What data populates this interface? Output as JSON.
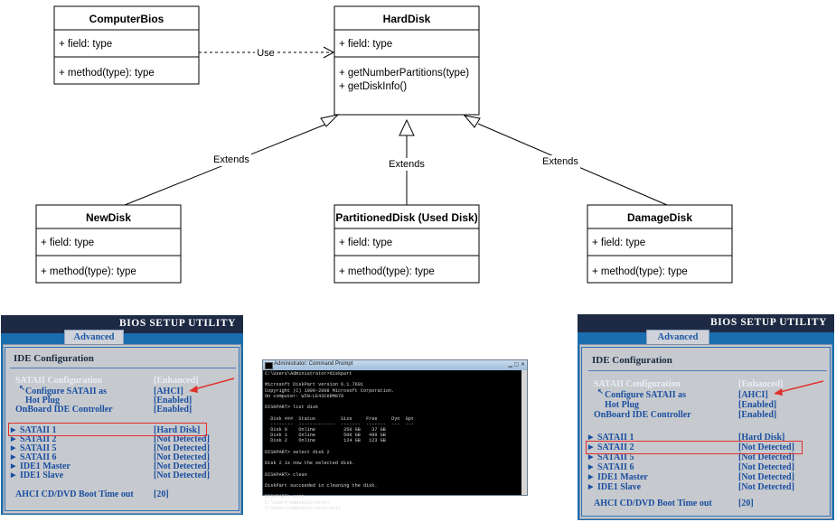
{
  "uml": {
    "classes": {
      "computer_bios": {
        "name": "ComputerBios",
        "field": "+ field: type",
        "methods": [
          "+ method(type): type"
        ]
      },
      "hard_disk": {
        "name": "HardDisk",
        "field": "+ field: type",
        "methods": [
          "+ getNumberPartitions(type)",
          "+ getDiskInfo()"
        ]
      },
      "new_disk": {
        "name": "NewDisk",
        "field": "+ field: type",
        "methods": [
          "+ method(type): type"
        ]
      },
      "partitioned_disk": {
        "name": "PartitionedDisk (Used Disk)",
        "field": "+ field: type",
        "methods": [
          "+ method(type): type"
        ]
      },
      "damage_disk": {
        "name": "DamageDisk",
        "field": "+ field: type",
        "methods": [
          "+ method(type): type"
        ]
      }
    },
    "relations": {
      "use_label": "Use",
      "extends_left": "Extends",
      "extends_center": "Extends",
      "extends_right": "Extends"
    }
  },
  "bios_left": {
    "title": "BIOS SETUP UTILITY",
    "tab": "Advanced",
    "section": "IDE Configuration",
    "rows": [
      {
        "label": "SATAII Configuration",
        "value": "[Enhanced]"
      },
      {
        "label": "Configure SATAII as",
        "value": "[AHCI]"
      },
      {
        "label": "Hot Plug",
        "value": "[Enabled]"
      },
      {
        "label": "OnBoard IDE Controller",
        "value": "[Enabled]"
      },
      {
        "label": "SATAII 1",
        "value": "[Hard Disk]"
      },
      {
        "label": "SATAII 2",
        "value": "[Not Detected]"
      },
      {
        "label": "SATAII 5",
        "value": "[Not Detected]"
      },
      {
        "label": "SATAII 6",
        "value": "[Not Detected]"
      },
      {
        "label": "IDE1 Master",
        "value": "[Not Detected]"
      },
      {
        "label": "IDE1 Slave",
        "value": "[Not Detected]"
      },
      {
        "label": "AHCI CD/DVD Boot Time out",
        "value": "[20]"
      }
    ]
  },
  "bios_right": {
    "title": "BIOS SETUP UTILITY",
    "tab": "Advanced",
    "section": "IDE Configuration",
    "rows": [
      {
        "label": "SATAII Configuration",
        "value": "[Enhanced]"
      },
      {
        "label": "Configure SATAII as",
        "value": "[AHCI]"
      },
      {
        "label": "Hot Plug",
        "value": "[Enabled]"
      },
      {
        "label": "OnBoard IDE Controller",
        "value": "[Enabled]"
      },
      {
        "label": "SATAII 1",
        "value": "[Hard Disk]"
      },
      {
        "label": "SATAII 2",
        "value": "[Not Detected]"
      },
      {
        "label": "SATAII 5",
        "value": "[Not Detected]"
      },
      {
        "label": "SATAII 6",
        "value": "[Not Detected]"
      },
      {
        "label": "IDE1 Master",
        "value": "[Not Detected]"
      },
      {
        "label": "IDE1 Slave",
        "value": "[Not Detected]"
      },
      {
        "label": "AHCI CD/DVD Boot Time out",
        "value": "[20]"
      }
    ]
  },
  "cmd": {
    "title": "Administrator: Command Prompt",
    "lines": [
      "C:\\Users\\Administrator>diskpart",
      "",
      "Microsoft DiskPart version 6.1.7601",
      "Copyright (C) 1999-2008 Microsoft Corporation.",
      "On computer: WIN-LE43CKRM878",
      "",
      "DISKPART> list disk",
      "",
      "  Disk ###  Status         Size     Free     Dyn  Gpt",
      "  --------  -------------  -------  -------  ---  ---",
      "  Disk 0    Online          350 GB    37 GB",
      "  Disk 1    Online          500 GB   499 GB",
      "  Disk 2    Online          124 GB   123 GB",
      "",
      "DISKPART> select disk 2",
      "",
      "Disk 2 is now the selected disk.",
      "",
      "DISKPART> clean",
      "",
      "DiskPart succeeded in cleaning the disk.",
      "",
      "DISKPART> exit",
      "C:\\Users\\Administrator>",
      "C:\\Users\\Administrator>exit"
    ]
  }
}
